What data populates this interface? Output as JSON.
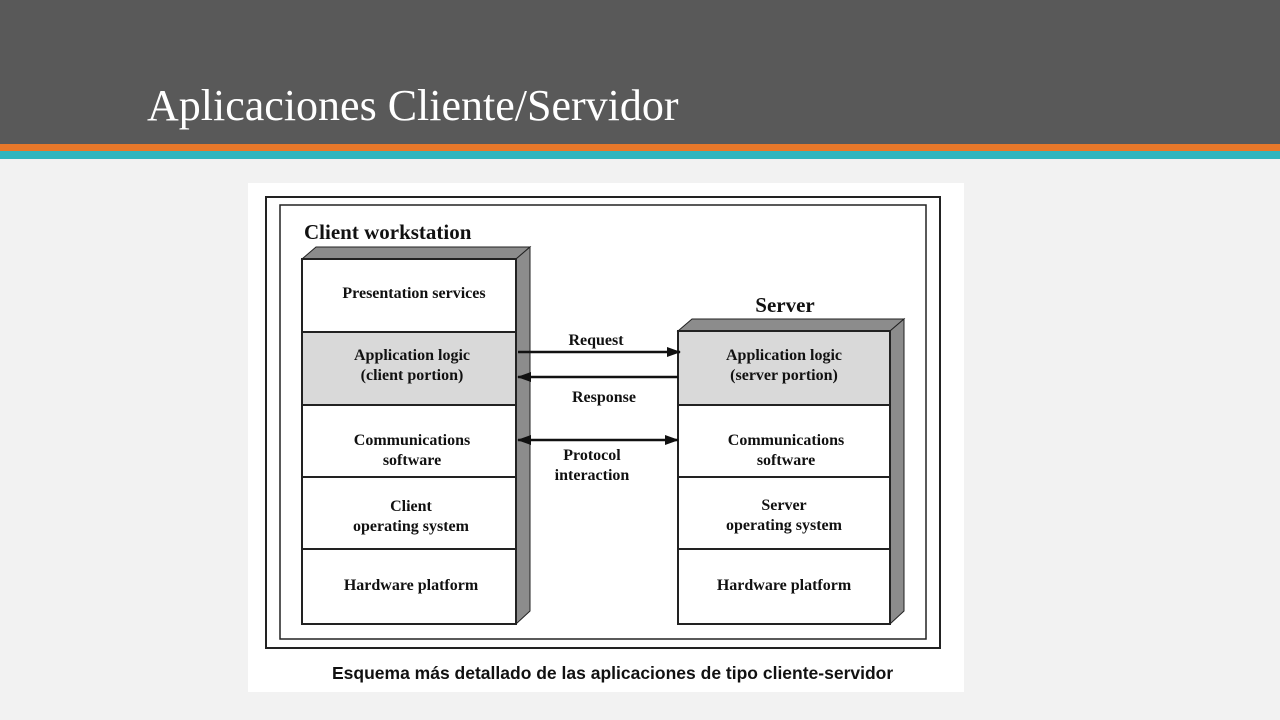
{
  "slide": {
    "title": "Aplicaciones Cliente/Servidor"
  },
  "colors": {
    "header_bg": "#595959",
    "accent_orange": "#e8782a",
    "accent_teal": "#2fb5be",
    "layer_highlight": "#d9d9d9",
    "stack_shadow": "#8c8c8c"
  },
  "diagram": {
    "client": {
      "heading": "Client workstation",
      "layers": [
        [
          "Presentation services"
        ],
        [
          "Application logic",
          "(client portion)"
        ],
        [
          "Communications",
          "software"
        ],
        [
          "Client",
          "operating system"
        ],
        [
          "Hardware platform"
        ]
      ]
    },
    "server": {
      "heading": "Server",
      "layers": [
        [
          "Application logic",
          "(server portion)"
        ],
        [
          "Communications",
          "software"
        ],
        [
          "Server",
          "operating system"
        ],
        [
          "Hardware platform"
        ]
      ]
    },
    "arrows": {
      "request": "Request",
      "response": "Response",
      "protocol_line1": "Protocol",
      "protocol_line2": "interaction"
    },
    "caption": "Esquema más detallado de las aplicaciones de tipo cliente-servidor"
  }
}
